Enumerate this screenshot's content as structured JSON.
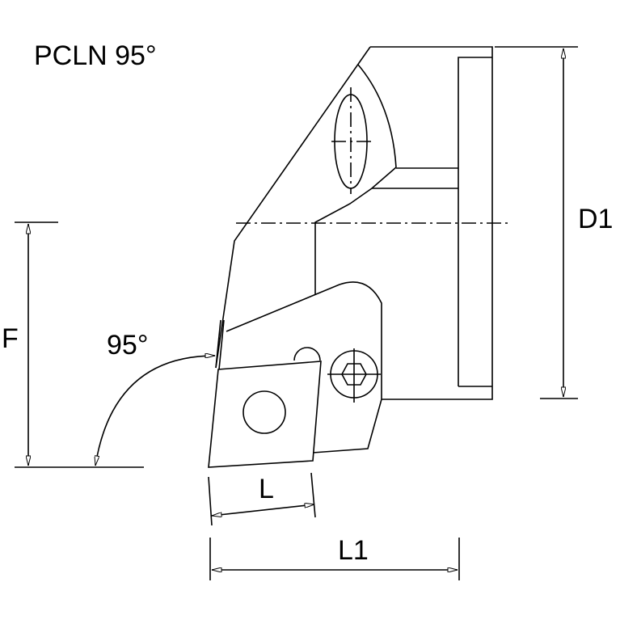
{
  "title": "PCLN 95°",
  "dimensions": {
    "f": "F",
    "d1": "D1",
    "l": "L",
    "l1": "L1",
    "angle": "95°"
  },
  "colors": {
    "line": "#000000",
    "background": "#ffffff"
  }
}
